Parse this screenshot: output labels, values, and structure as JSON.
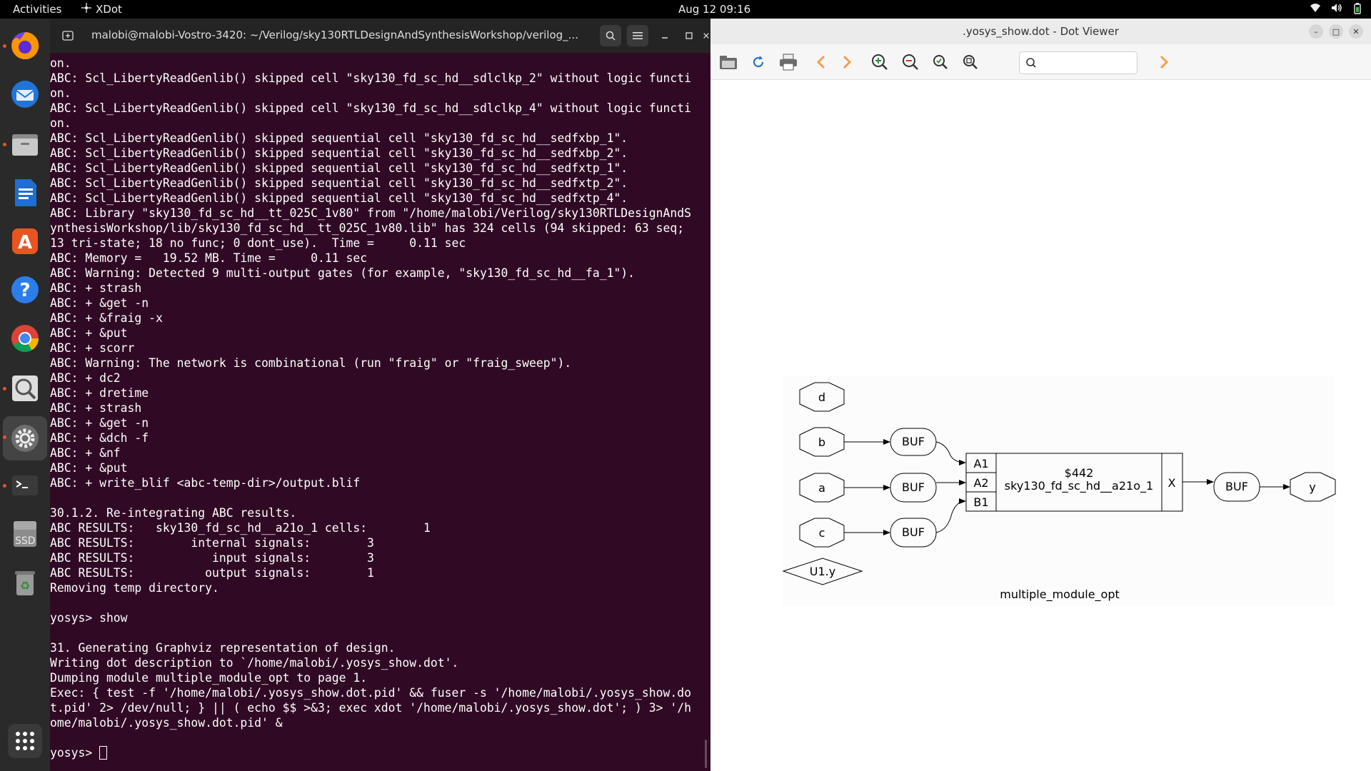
{
  "topbar": {
    "activities": "Activities",
    "app_name": "XDot",
    "clock": "Aug 12  09:16"
  },
  "dock": {
    "items": [
      "firefox-icon",
      "thunderbird-icon",
      "files-icon",
      "writer-icon",
      "app-center-icon",
      "help-icon",
      "chrome-icon",
      "image-viewer-icon",
      "settings-icon",
      "terminal-icon",
      "ssd-drive-icon",
      "trash-icon",
      "app-grid-icon"
    ],
    "ssd_label": "SSD"
  },
  "terminal": {
    "title": "malobi@malobi-Vostro-3420: ~/Verilog/sky130RTLDesignAndSynthesisWorkshop/verilog_...",
    "lines": [
      "on.",
      "ABC: Scl_LibertyReadGenlib() skipped cell \"sky130_fd_sc_hd__sdlclkp_2\" without logic functi",
      "on.",
      "ABC: Scl_LibertyReadGenlib() skipped cell \"sky130_fd_sc_hd__sdlclkp_4\" without logic functi",
      "on.",
      "ABC: Scl_LibertyReadGenlib() skipped sequential cell \"sky130_fd_sc_hd__sedfxbp_1\".",
      "ABC: Scl_LibertyReadGenlib() skipped sequential cell \"sky130_fd_sc_hd__sedfxbp_2\".",
      "ABC: Scl_LibertyReadGenlib() skipped sequential cell \"sky130_fd_sc_hd__sedfxtp_1\".",
      "ABC: Scl_LibertyReadGenlib() skipped sequential cell \"sky130_fd_sc_hd__sedfxtp_2\".",
      "ABC: Scl_LibertyReadGenlib() skipped sequential cell \"sky130_fd_sc_hd__sedfxtp_4\".",
      "ABC: Library \"sky130_fd_sc_hd__tt_025C_1v80\" from \"/home/malobi/Verilog/sky130RTLDesignAndS",
      "ynthesisWorkshop/lib/sky130_fd_sc_hd__tt_025C_1v80.lib\" has 324 cells (94 skipped: 63 seq;",
      "13 tri-state; 18 no func; 0 dont_use).  Time =     0.11 sec",
      "ABC: Memory =   19.52 MB. Time =     0.11 sec",
      "ABC: Warning: Detected 9 multi-output gates (for example, \"sky130_fd_sc_hd__fa_1\").",
      "ABC: + strash",
      "ABC: + &get -n",
      "ABC: + &fraig -x",
      "ABC: + &put",
      "ABC: + scorr",
      "ABC: Warning: The network is combinational (run \"fraig\" or \"fraig_sweep\").",
      "ABC: + dc2",
      "ABC: + dretime",
      "ABC: + strash",
      "ABC: + &get -n",
      "ABC: + &dch -f",
      "ABC: + &nf",
      "ABC: + &put",
      "ABC: + write_blif <abc-temp-dir>/output.blif",
      "",
      "30.1.2. Re-integrating ABC results.",
      "ABC RESULTS:   sky130_fd_sc_hd__a21o_1 cells:        1",
      "ABC RESULTS:        internal signals:        3",
      "ABC RESULTS:           input signals:        3",
      "ABC RESULTS:          output signals:        1",
      "Removing temp directory.",
      "",
      "yosys> show",
      "",
      "31. Generating Graphviz representation of design.",
      "Writing dot description to `/home/malobi/.yosys_show.dot'.",
      "Dumping module multiple_module_opt to page 1.",
      "Exec: { test -f '/home/malobi/.yosys_show.dot.pid' && fuser -s '/home/malobi/.yosys_show.do",
      "t.pid' 2> /dev/null; } || ( echo $$ >&3; exec xdot '/home/malobi/.yosys_show.dot'; ) 3> '/h",
      "ome/malobi/.yosys_show.dot.pid' &",
      ""
    ],
    "prompt": "yosys> "
  },
  "viewer": {
    "title": ".yosys_show.dot - Dot Viewer",
    "search_value": "",
    "graph": {
      "inputs": [
        "d",
        "b",
        "a",
        "c"
      ],
      "buffer_label": "BUF",
      "cell_id": "$442",
      "cell_type": "sky130_fd_sc_hd__a21o_1",
      "cell_inputs": [
        "A1",
        "A2",
        "B1"
      ],
      "cell_output": "X",
      "output": "y",
      "instance": "U1.y",
      "module": "multiple_module_opt"
    }
  }
}
